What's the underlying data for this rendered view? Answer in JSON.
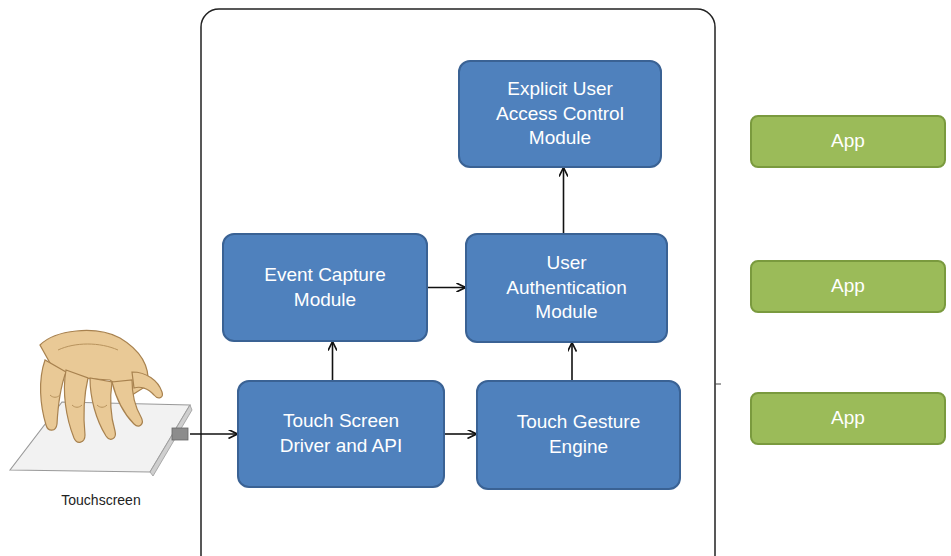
{
  "diagram": {
    "nodes": [
      {
        "text": [
          "Explicit User Access Control Module"
        ]
      },
      {
        "text": [
          "Event Capture Module"
        ]
      },
      {
        "text": [
          "User Authentication Module"
        ]
      },
      {
        "text": [
          "Touch Screen Driver and API"
        ]
      },
      {
        "text": [
          "Touch Gesture Engine"
        ]
      },
      {
        "text": [
          "App"
        ]
      },
      {
        "text": [
          "App"
        ]
      },
      {
        "text": [
          "App"
        ]
      },
      {
        "text": [
          "Touchscreen"
        ]
      }
    ],
    "edges": [
      {
        "from": 8,
        "to": 3,
        "arrow": "to"
      },
      {
        "from": 3,
        "to": 1,
        "arrow": "to"
      },
      {
        "from": 3,
        "to": 4,
        "arrow": "to"
      },
      {
        "from": 1,
        "to": 2,
        "arrow": "to"
      },
      {
        "from": 4,
        "to": 2,
        "arrow": "to"
      },
      {
        "from": 2,
        "to": 0,
        "arrow": "to"
      }
    ]
  }
}
